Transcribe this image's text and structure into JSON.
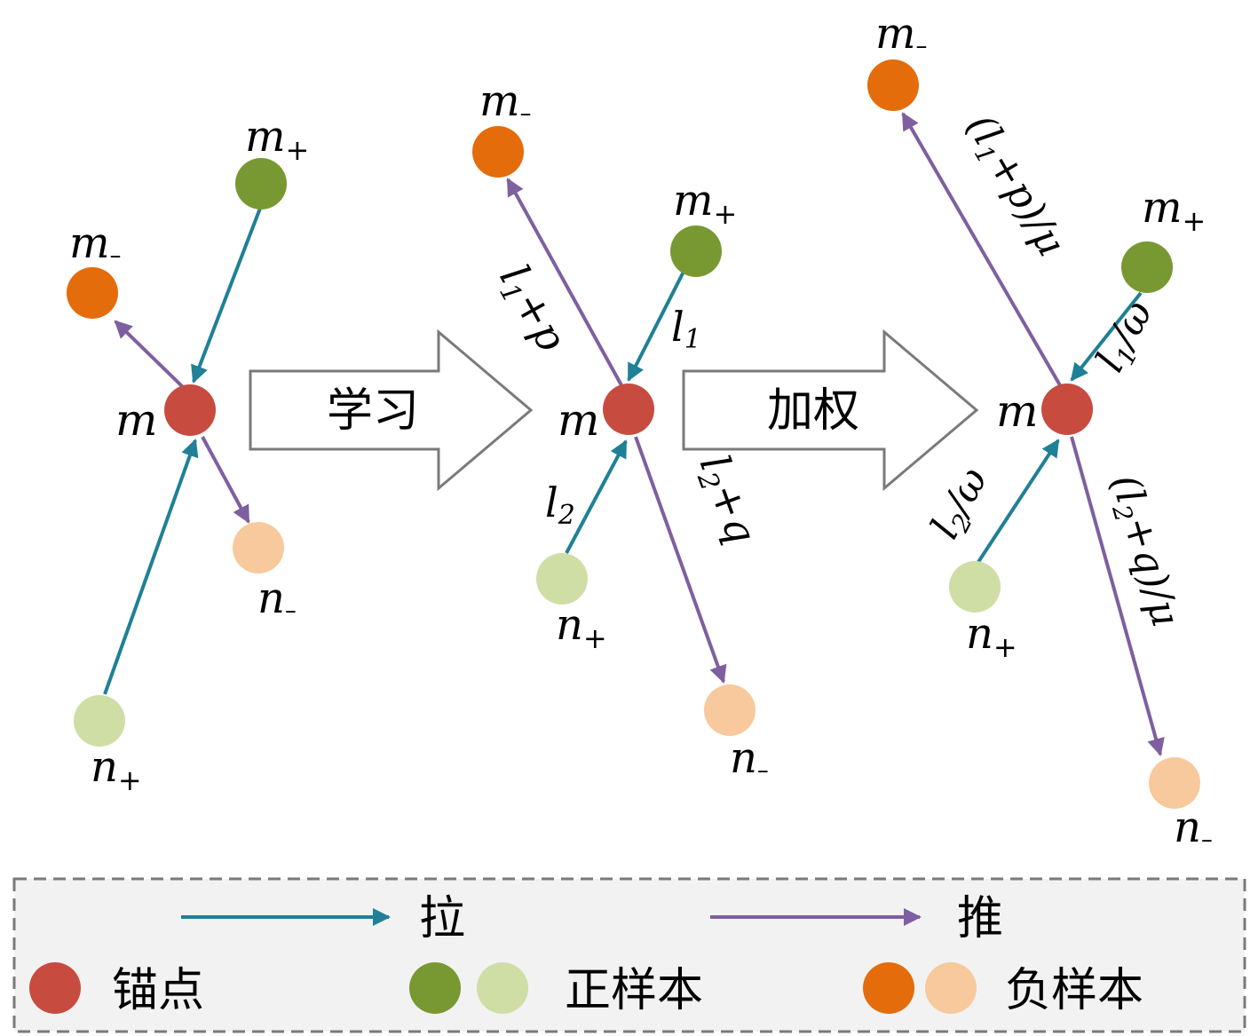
{
  "colors": {
    "pull": "#1f8096",
    "push": "#7e5fa0",
    "anchor": "#c84b3f",
    "pos_dark": "#789832",
    "pos_light": "#cfdea5",
    "neg_dark": "#e46c0a",
    "neg_light": "#f7c99c",
    "arrow_outline": "#7a7a7a",
    "legend_bg": "#f2f2f2"
  },
  "node_labels": {
    "anchor": "m",
    "m_neg": "m",
    "m_pos": "m",
    "n_neg": "n",
    "n_pos": "n",
    "sub_plus": "+",
    "sub_minus": "–"
  },
  "steps": [
    "学习",
    "加权"
  ],
  "edge_labels": {
    "l1": "l",
    "l1_sub": "1",
    "l2": "l",
    "l2_sub": "2",
    "l1p": "l",
    "l1p_rest": "+p",
    "l2q": "l",
    "l2q_rest": "+q",
    "l1p_mu_open": "(l",
    "l1p_mu_rest": "+p)/μ",
    "l2q_mu_open": "(l",
    "l2q_mu_rest": "+q)/μ",
    "l1_w": "l",
    "l1_w_rest": "/ω",
    "l2_w": "l",
    "l2_w_rest": "/ω"
  },
  "legend": {
    "pull": "拉",
    "push": "推",
    "anchor": "锚点",
    "positive": "正样本",
    "negative": "负样本"
  }
}
